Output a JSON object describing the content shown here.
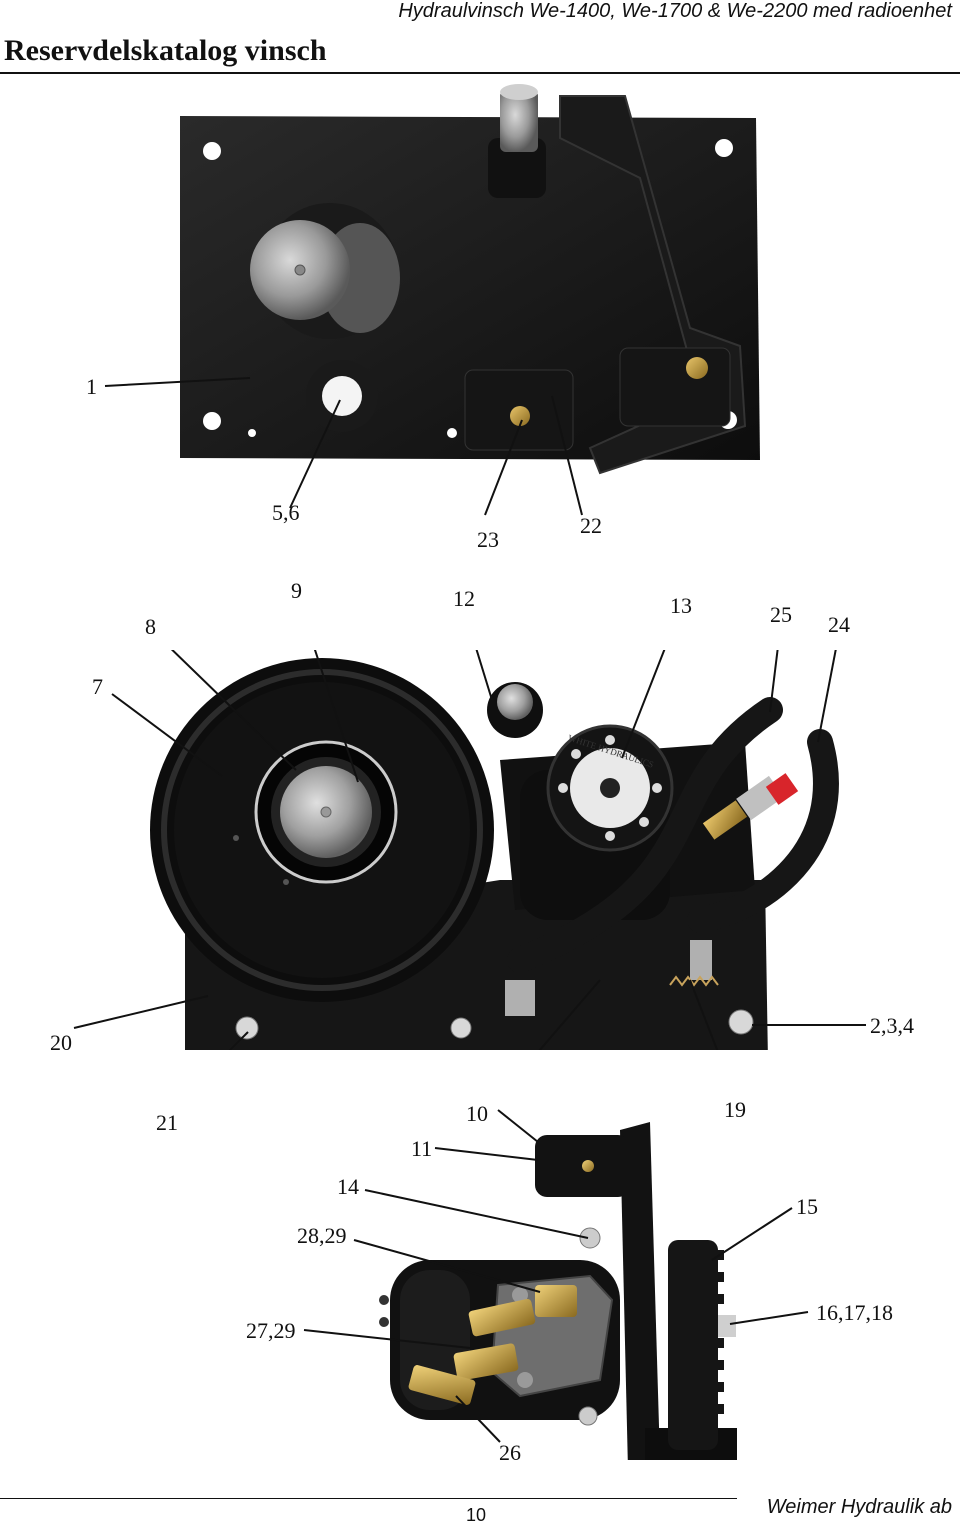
{
  "header": {
    "catalog_title": "Reservdelskatalog vinsch",
    "product_title": "Hydraulvinsch We-1400, We-1700 & We-2200 med radioenhet"
  },
  "photos": {
    "top": {
      "callouts": [
        {
          "id": "c1",
          "label": "1"
        },
        {
          "id": "c56",
          "label": "5,6"
        },
        {
          "id": "c23",
          "label": "23"
        },
        {
          "id": "c22",
          "label": "22"
        }
      ]
    },
    "middle": {
      "callouts": [
        {
          "id": "c7",
          "label": "7"
        },
        {
          "id": "c8",
          "label": "8"
        },
        {
          "id": "c9",
          "label": "9"
        },
        {
          "id": "c12",
          "label": "12"
        },
        {
          "id": "c13",
          "label": "13"
        },
        {
          "id": "c25",
          "label": "25"
        },
        {
          "id": "c24",
          "label": "24"
        },
        {
          "id": "c20",
          "label": "20"
        },
        {
          "id": "c234",
          "label": "2,3,4"
        },
        {
          "id": "c21",
          "label": "21"
        },
        {
          "id": "c10",
          "label": "10"
        },
        {
          "id": "c19",
          "label": "19"
        }
      ],
      "motor_label": "WHITE HYDRAULICS"
    },
    "bottom": {
      "callouts": [
        {
          "id": "c11",
          "label": "11"
        },
        {
          "id": "c14",
          "label": "14"
        },
        {
          "id": "c15",
          "label": "15"
        },
        {
          "id": "c2829",
          "label": "28,29"
        },
        {
          "id": "c161718",
          "label": "16,17,18"
        },
        {
          "id": "c2729",
          "label": "27,29"
        },
        {
          "id": "c26",
          "label": "26"
        }
      ]
    }
  },
  "footer": {
    "page_number": "10",
    "company": "Weimer Hydraulik ab"
  }
}
